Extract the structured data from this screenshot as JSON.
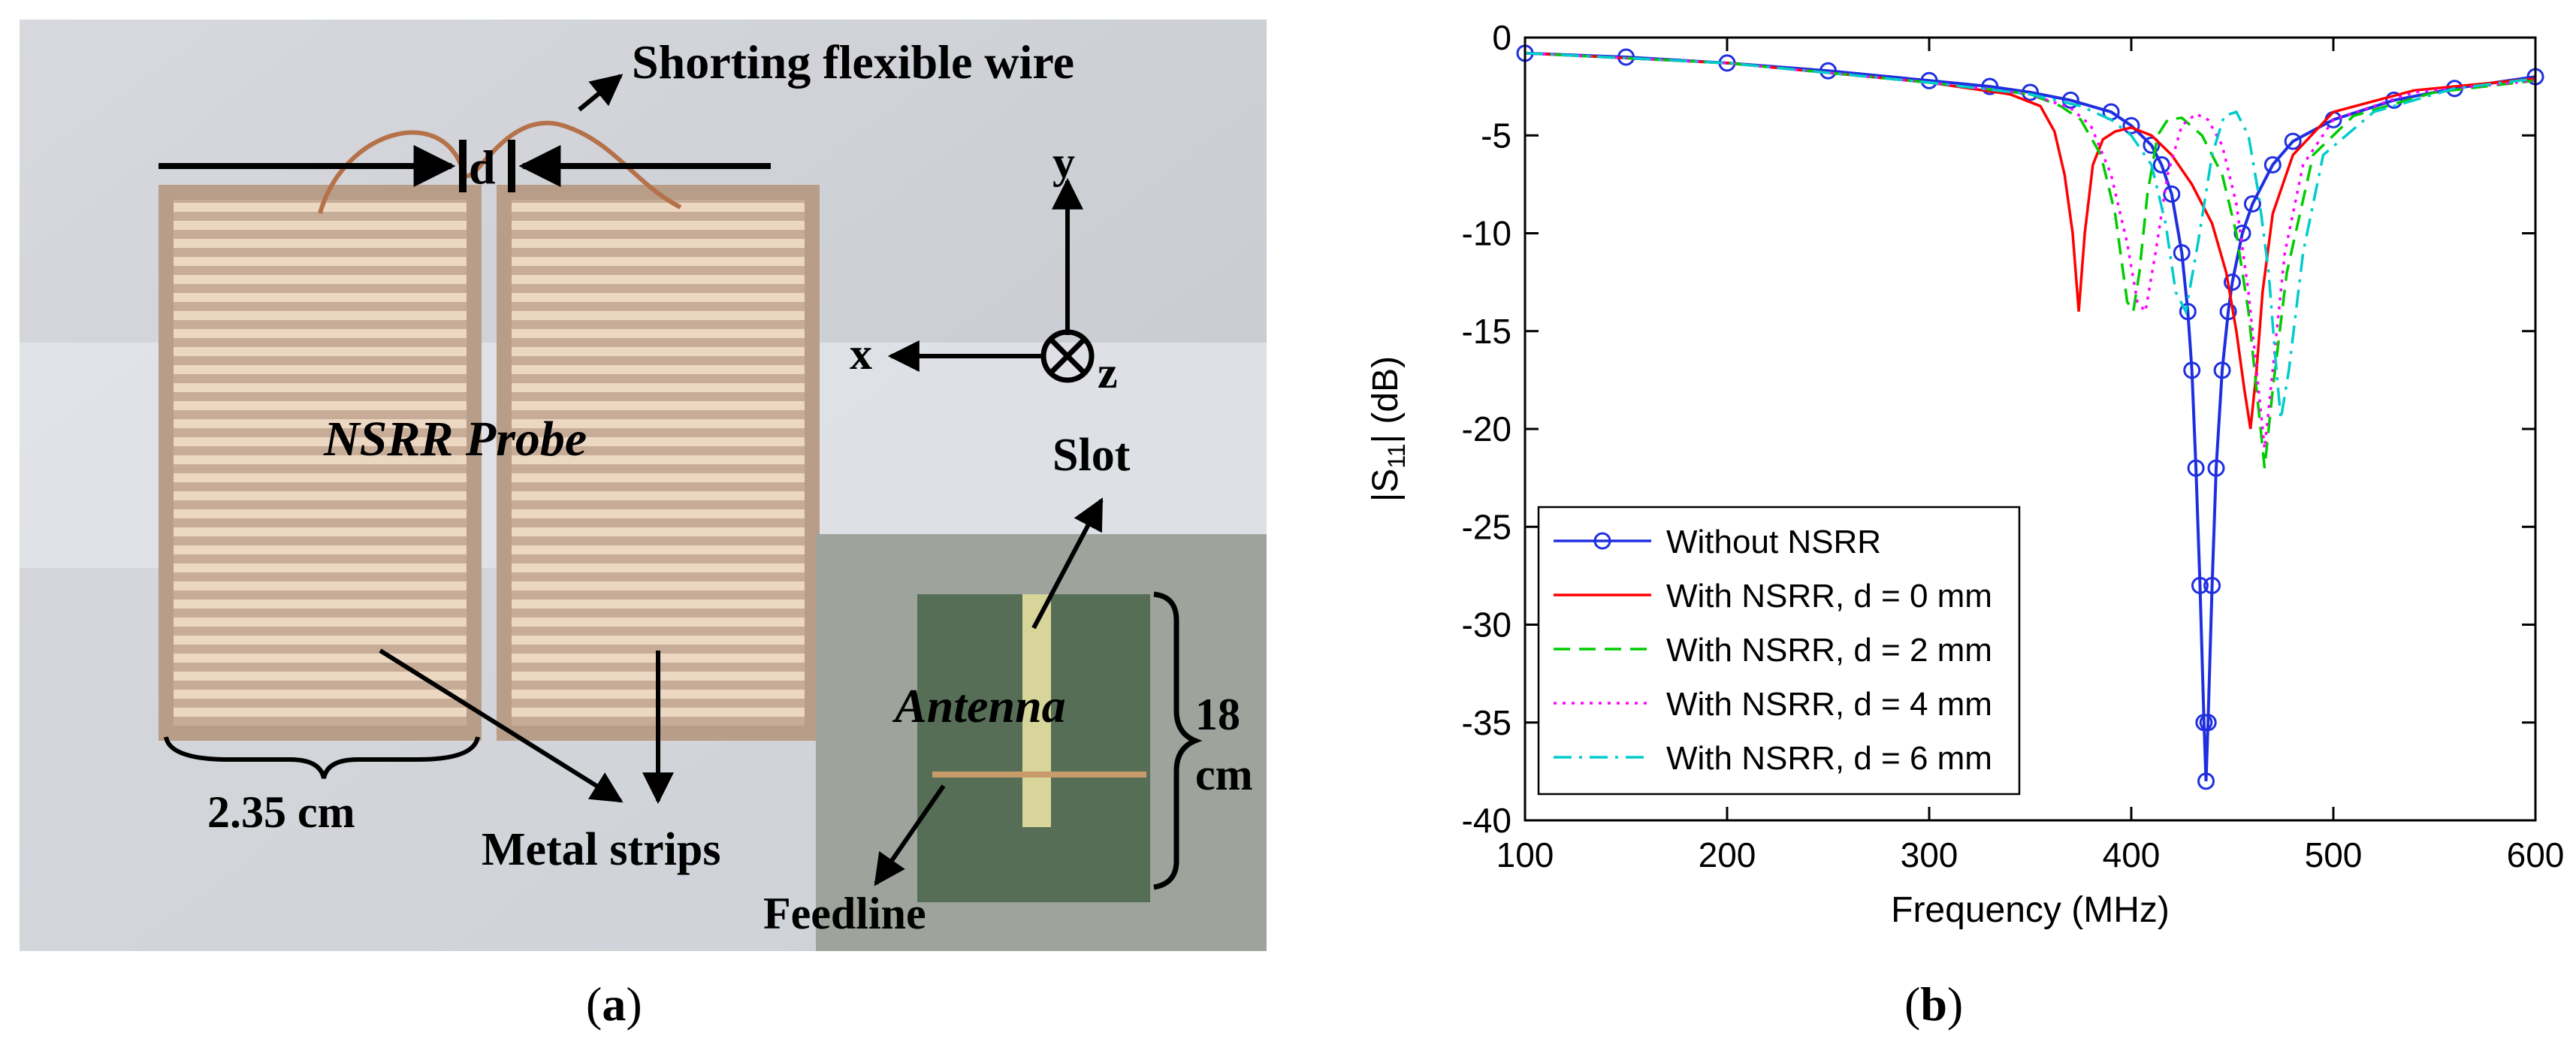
{
  "panel_a": {
    "labels": {
      "shorting_wire": "Shorting flexible wire",
      "gap": "d",
      "probe": "NSRR Probe",
      "width": "2.35 cm",
      "strips": "Metal strips",
      "slot": "Slot",
      "antenna": "Antenna",
      "ant_size_1": "18",
      "ant_size_2": "cm",
      "feedline": "Feedline",
      "axis_x": "x",
      "axis_y": "y",
      "axis_z": "z"
    },
    "caption_open": "(",
    "caption_letter": "a",
    "caption_close": ")",
    "colors": {
      "background": "#cfd2d8",
      "board": "#c9b39e",
      "strip": "#e9d3bd",
      "antenna": "#566e55",
      "slot": "#d8d59a"
    }
  },
  "panel_b": {
    "caption_open": "(",
    "caption_letter": "b",
    "caption_close": ")"
  },
  "chart_data": {
    "type": "line",
    "xlabel": "Frequency (MHz)",
    "ylabel_main": "|S",
    "ylabel_sub": "11",
    "ylabel_end": "| (dB)",
    "xlim": [
      100,
      600
    ],
    "ylim": [
      -40,
      0
    ],
    "xticks": [
      100,
      200,
      300,
      400,
      500,
      600
    ],
    "yticks": [
      0,
      -5,
      -10,
      -15,
      -20,
      -25,
      -30,
      -35,
      -40
    ],
    "grid": false,
    "legend_position": "bottom-left",
    "series": [
      {
        "name": "Without NSRR",
        "color": "#1f2fe0",
        "style": "solid-circle",
        "x": [
          100,
          150,
          200,
          250,
          300,
          330,
          350,
          370,
          390,
          400,
          410,
          415,
          420,
          425,
          428,
          430,
          432,
          434,
          436,
          437,
          438,
          440,
          442,
          445,
          448,
          450,
          455,
          460,
          470,
          480,
          500,
          530,
          560,
          600
        ],
        "y": [
          -0.8,
          -1.0,
          -1.3,
          -1.7,
          -2.2,
          -2.5,
          -2.8,
          -3.2,
          -3.8,
          -4.5,
          -5.5,
          -6.5,
          -8.0,
          -11.0,
          -14.0,
          -17.0,
          -22.0,
          -28.0,
          -35.0,
          -38.0,
          -35.0,
          -28.0,
          -22.0,
          -17.0,
          -14.0,
          -12.5,
          -10.0,
          -8.5,
          -6.5,
          -5.3,
          -4.2,
          -3.2,
          -2.6,
          -2.0
        ]
      },
      {
        "name": "With NSRR, d = 0 mm",
        "color": "#ff0000",
        "style": "solid",
        "x": [
          100,
          200,
          300,
          340,
          355,
          362,
          367,
          371,
          374,
          377,
          381,
          386,
          392,
          400,
          410,
          420,
          430,
          440,
          447,
          452,
          456,
          459,
          462,
          465,
          470,
          480,
          500,
          540,
          600
        ],
        "y": [
          -0.8,
          -1.3,
          -2.3,
          -2.9,
          -3.5,
          -4.8,
          -7.0,
          -10.0,
          -14.0,
          -10.0,
          -6.5,
          -5.2,
          -4.8,
          -4.6,
          -5.0,
          -6.0,
          -7.5,
          -9.5,
          -12.0,
          -15.0,
          -18.0,
          -20.0,
          -17.0,
          -13.0,
          -9.0,
          -6.0,
          -3.8,
          -2.7,
          -2.1
        ]
      },
      {
        "name": "With NSRR, d = 2 mm",
        "color": "#00cc00",
        "style": "dashed",
        "x": [
          100,
          200,
          300,
          350,
          365,
          375,
          385,
          392,
          398,
          401,
          404,
          408,
          413,
          418,
          425,
          435,
          445,
          452,
          458,
          463,
          466,
          470,
          477,
          490,
          510,
          550,
          600
        ],
        "y": [
          -0.8,
          -1.3,
          -2.3,
          -2.9,
          -3.5,
          -4.2,
          -6.0,
          -9.0,
          -13.5,
          -14.0,
          -12.0,
          -8.0,
          -5.0,
          -4.2,
          -4.1,
          -5.0,
          -7.0,
          -10.0,
          -14.0,
          -19.0,
          -22.0,
          -18.0,
          -12.0,
          -6.0,
          -4.0,
          -2.8,
          -2.2
        ]
      },
      {
        "name": "With NSRR, d = 4 mm",
        "color": "#ff00ff",
        "style": "dotted",
        "x": [
          100,
          200,
          300,
          350,
          370,
          380,
          390,
          398,
          403,
          407,
          412,
          418,
          425,
          432,
          438,
          445,
          452,
          458,
          463,
          466,
          470,
          476,
          485,
          500,
          540,
          600
        ],
        "y": [
          -0.8,
          -1.3,
          -2.3,
          -2.9,
          -3.6,
          -4.5,
          -7.0,
          -10.5,
          -13.5,
          -14.0,
          -11.0,
          -7.0,
          -4.5,
          -3.9,
          -4.2,
          -5.5,
          -8.5,
          -13.0,
          -18.0,
          -21.0,
          -17.0,
          -11.0,
          -6.5,
          -4.2,
          -2.8,
          -2.2
        ]
      },
      {
        "name": "With NSRR, d = 6 mm",
        "color": "#00cccc",
        "style": "dashdot",
        "x": [
          100,
          200,
          300,
          350,
          375,
          390,
          400,
          410,
          417,
          422,
          427,
          433,
          440,
          446,
          452,
          458,
          463,
          468,
          471,
          474,
          478,
          485,
          495,
          520,
          560,
          600
        ],
        "y": [
          -0.8,
          -1.3,
          -2.3,
          -2.9,
          -3.5,
          -4.2,
          -5.0,
          -6.5,
          -9.5,
          -13.0,
          -14.0,
          -10.5,
          -6.0,
          -4.0,
          -3.8,
          -5.0,
          -8.0,
          -12.0,
          -16.0,
          -19.5,
          -17.0,
          -11.0,
          -6.0,
          -3.8,
          -2.6,
          -2.1
        ]
      }
    ]
  }
}
